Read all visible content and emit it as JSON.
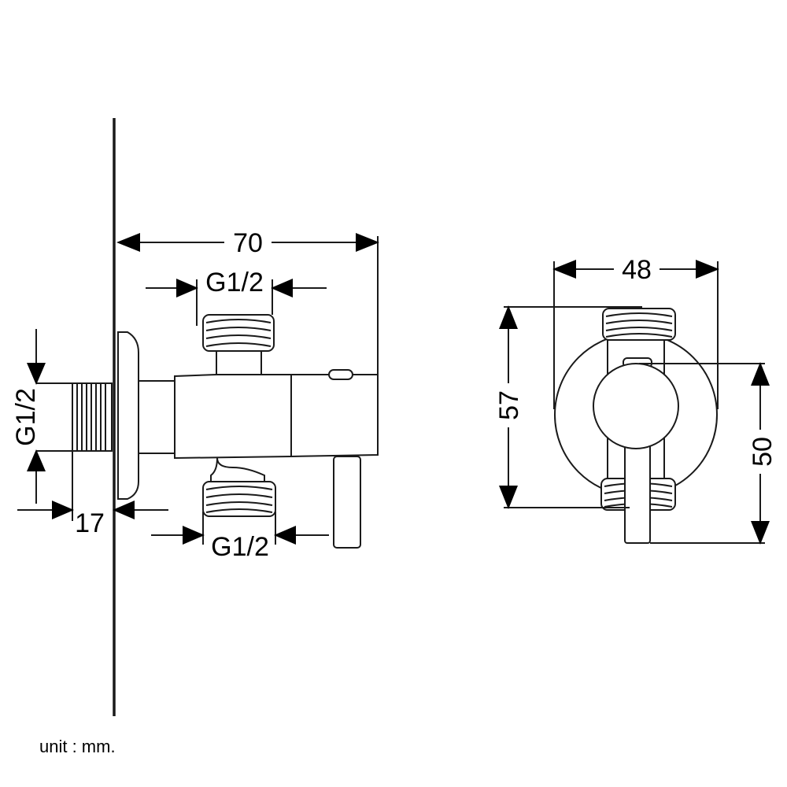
{
  "dimensions": {
    "side_width": "70",
    "top_thread": "G1/2",
    "bottom_thread": "G1/2",
    "inlet_thread": "G1/2",
    "inlet_depth": "17",
    "front_width": "48",
    "front_height": "57",
    "front_lever": "50"
  },
  "unit_note": "unit : mm."
}
